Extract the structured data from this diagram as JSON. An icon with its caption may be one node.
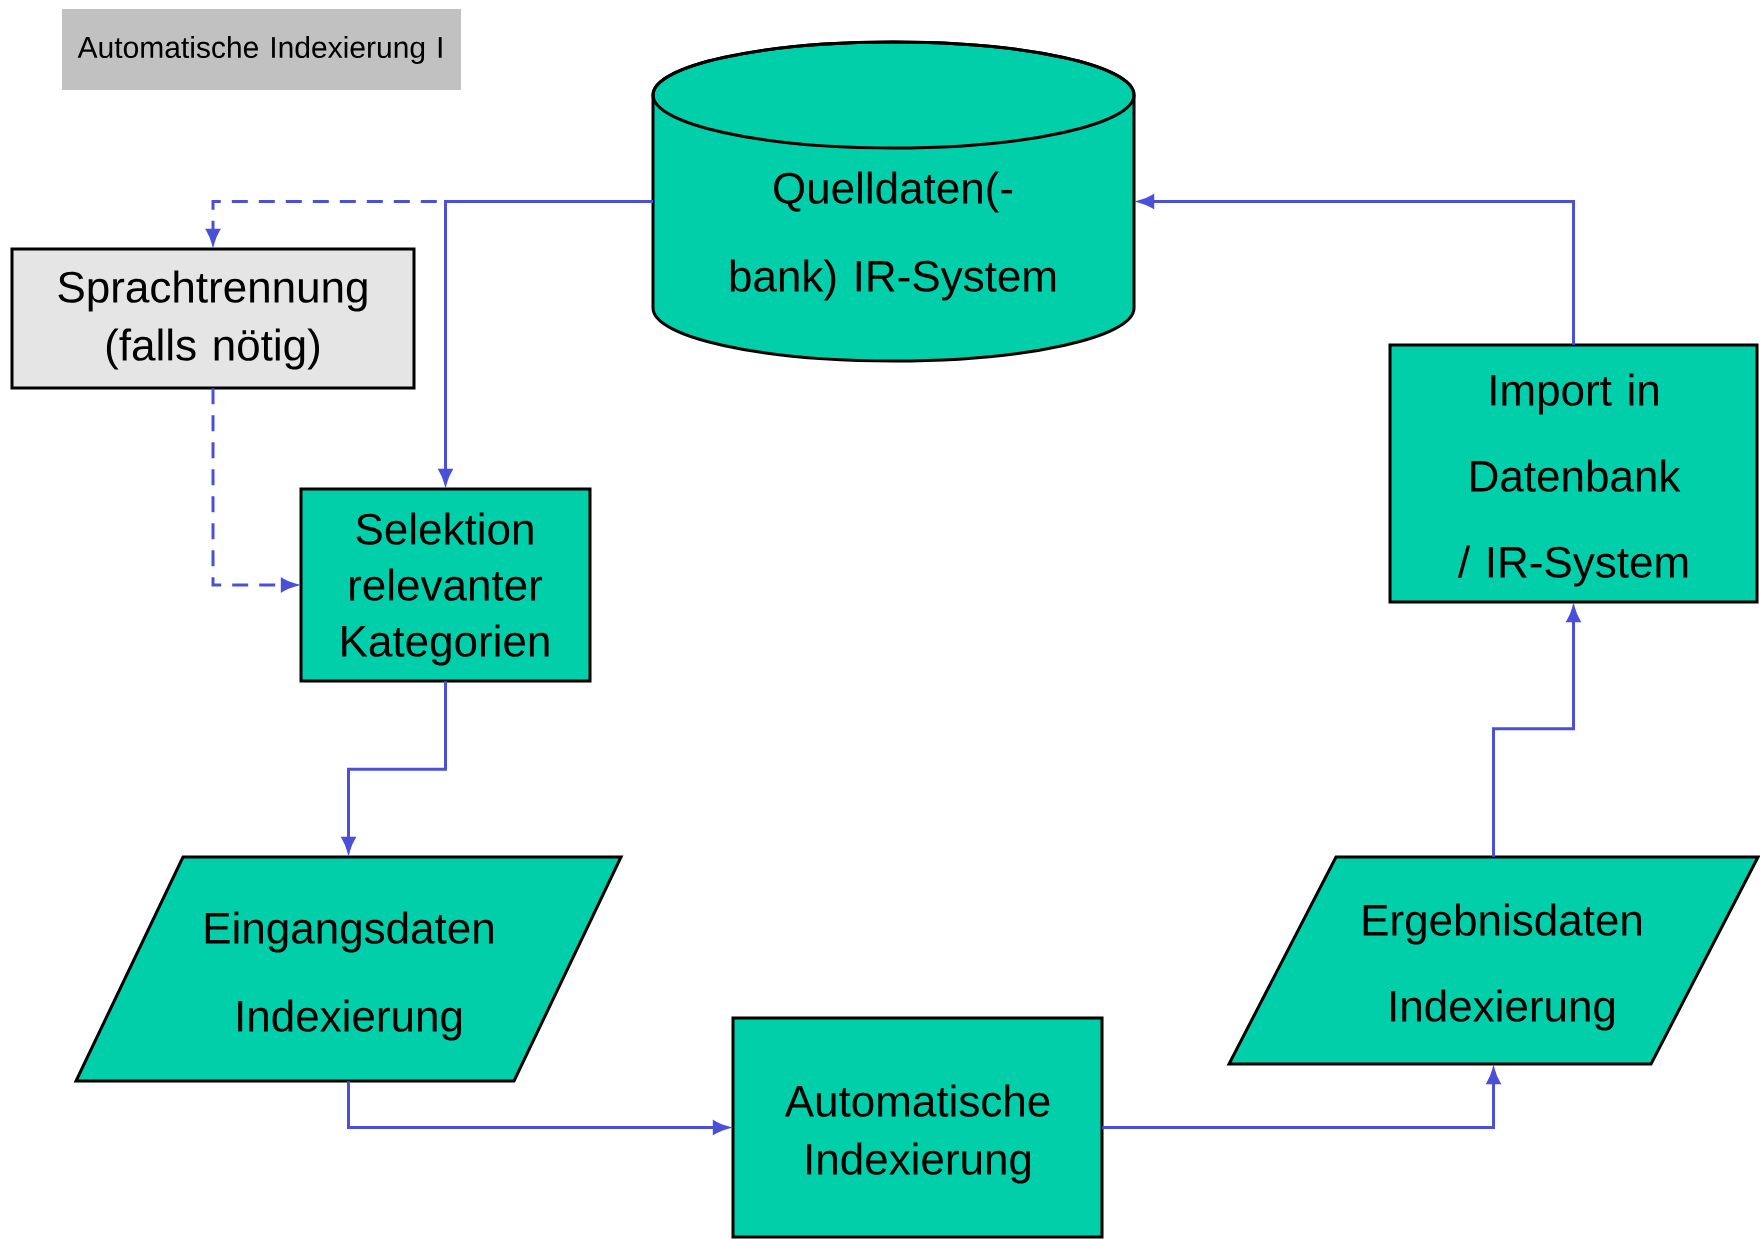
{
  "diagram": {
    "nodes": [
      {
        "text": [
          "Automatische Indexierung I"
        ]
      },
      {
        "text": [
          "Quelldaten(-bank) IR-System"
        ]
      },
      {
        "text": [
          "Sprachtrennung (falls nötig)"
        ]
      },
      {
        "text": [
          "Selektion relevanter Kategorien"
        ]
      },
      {
        "text": [
          "Eingangsdaten Indexierung"
        ]
      },
      {
        "text": [
          "Automatische Indexierung"
        ]
      },
      {
        "text": [
          "Ergebnisdaten Indexierung"
        ]
      },
      {
        "text": [
          "Import in Datenbank / IR-System"
        ]
      }
    ],
    "edges": [
      {
        "from": 1,
        "to": 2,
        "arrow": "to",
        "style": "dashed"
      },
      {
        "from": 2,
        "to": 3,
        "arrow": "to",
        "style": "dashed"
      },
      {
        "from": 1,
        "to": 3,
        "arrow": "to"
      },
      {
        "from": 3,
        "to": 4,
        "arrow": "to"
      },
      {
        "from": 4,
        "to": 5,
        "arrow": "to"
      },
      {
        "from": 5,
        "to": 6,
        "arrow": "to"
      },
      {
        "from": 6,
        "to": 7,
        "arrow": "to"
      },
      {
        "from": 7,
        "to": 1,
        "arrow": "to"
      }
    ]
  }
}
